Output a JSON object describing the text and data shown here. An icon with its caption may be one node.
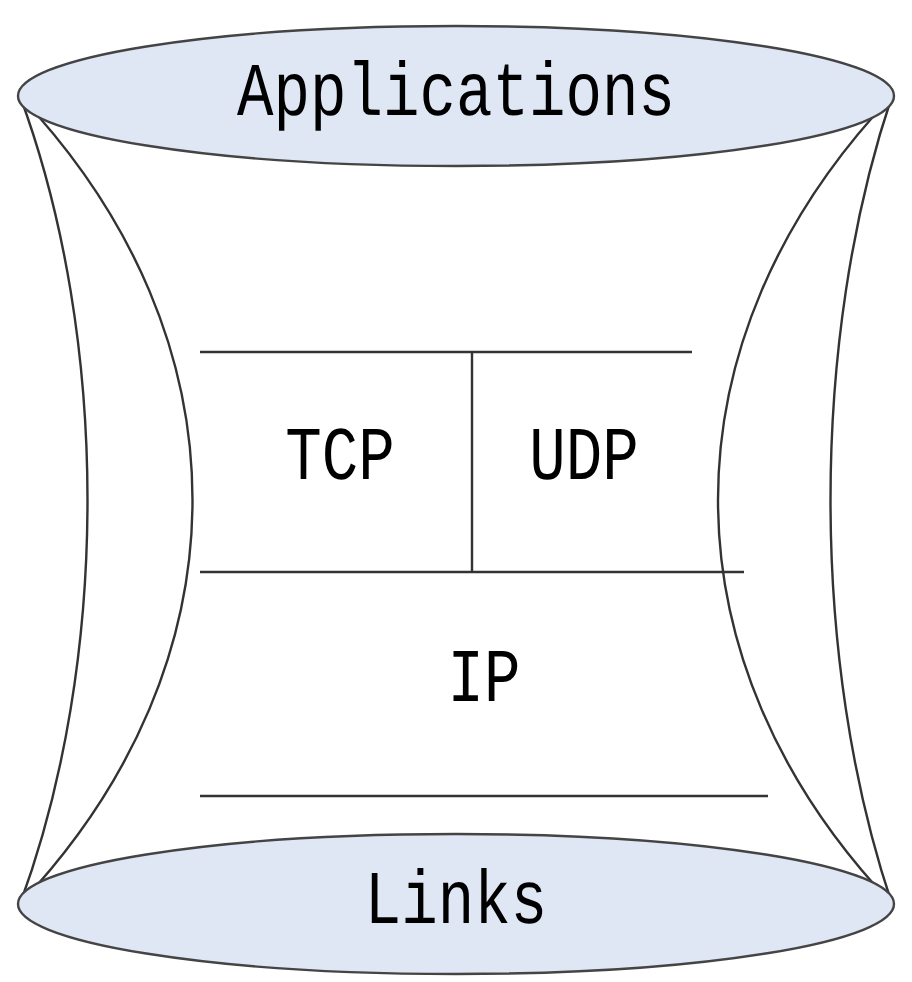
{
  "diagram": {
    "nodes": [
      {
        "text": [
          "Applications"
        ]
      },
      {
        "text": [
          "TCP"
        ]
      },
      {
        "text": [
          "UDP"
        ]
      },
      {
        "text": [
          "IP"
        ]
      },
      {
        "text": [
          "Links"
        ]
      }
    ]
  }
}
